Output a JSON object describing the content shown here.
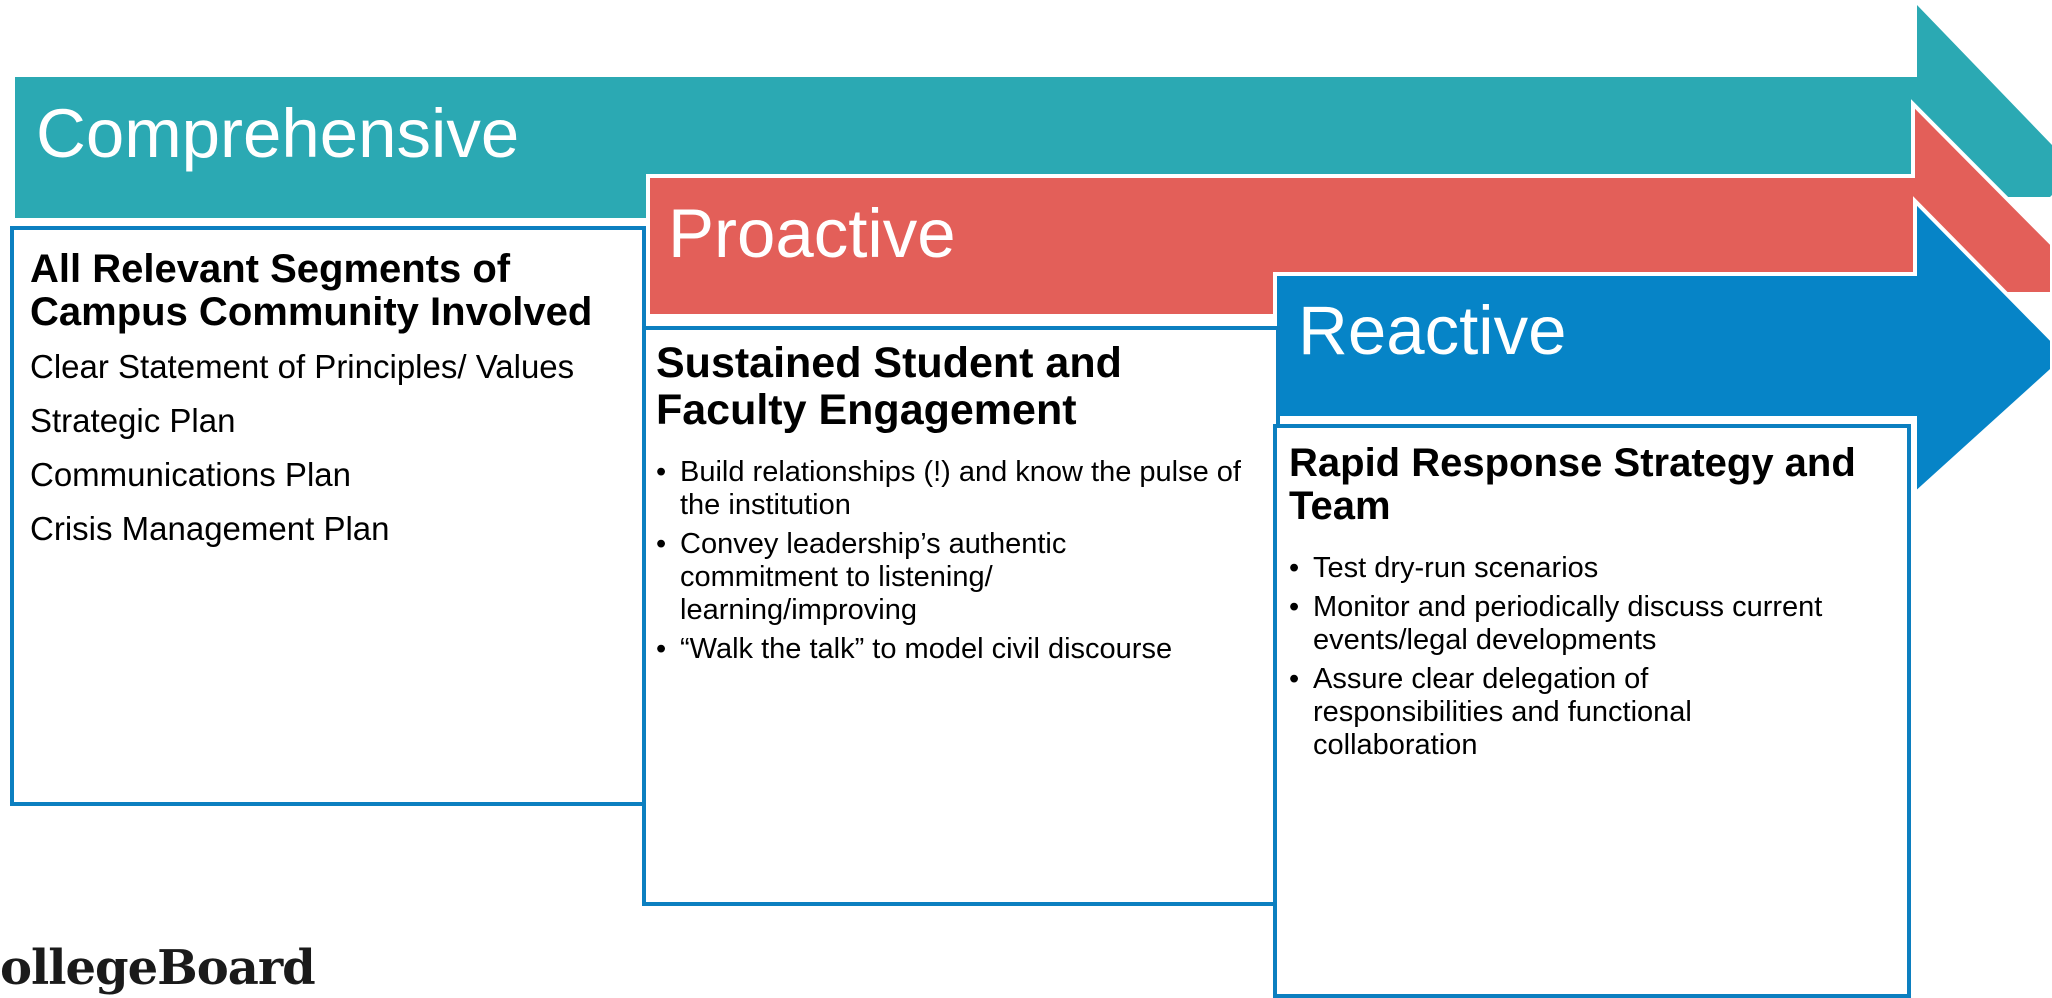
{
  "colors": {
    "comprehensive": "#2ba9b3",
    "proactive": "#e35f59",
    "reactive": "#0684c7",
    "box_border": "#0c7fc0"
  },
  "stages": [
    {
      "title": "Comprehensive",
      "heading": "All Relevant Segments of Campus Community Involved",
      "items": [
        "Clear Statement of  Principles/ Values",
        "Strategic Plan",
        "Communications Plan",
        "Crisis Management Plan"
      ]
    },
    {
      "title": "Proactive",
      "heading": "Sustained Student and Faculty Engagement",
      "bullets": [
        "Build relationships (!) and know the pulse of the institution",
        "Convey leadership’s authentic commitment to listening/ learning/improving",
        "“Walk the talk” to model civil discourse"
      ]
    },
    {
      "title": "Reactive",
      "heading": "Rapid Response Strategy and Team",
      "bullets": [
        "Test dry-run scenarios",
        "Monitor and periodically discuss current events/legal developments",
        "Assure clear delegation of responsibilities and functional collaboration"
      ]
    }
  ],
  "bullet_glyph": "•",
  "logo_text": "ollegeBoard"
}
